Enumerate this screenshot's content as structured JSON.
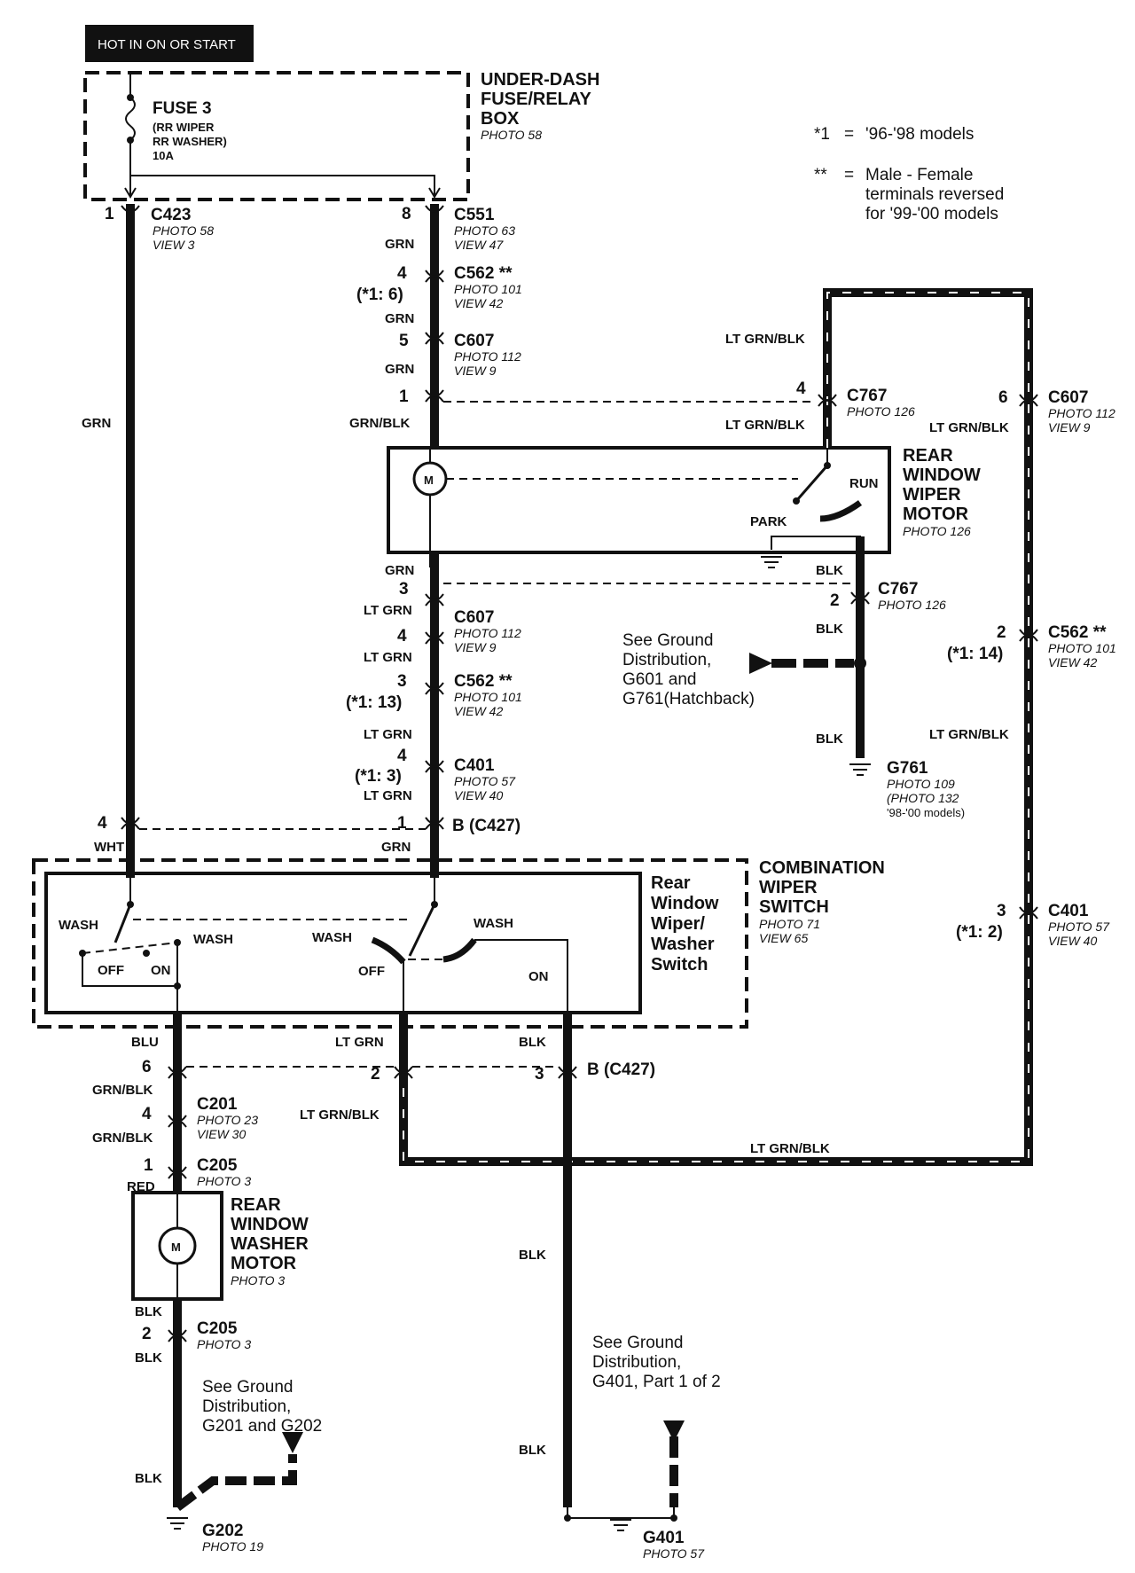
{
  "header": {
    "power": "HOT IN ON OR START"
  },
  "notes": {
    "n1_sym": "*1",
    "n1_eq": "=",
    "n1_text": "'96-'98 models",
    "n2_sym": "**",
    "n2_eq": "=",
    "n2_l1": "Male - Female",
    "n2_l2": "terminals reversed",
    "n2_l3": "for '99-'00 models"
  },
  "fusebox": {
    "title1": "UNDER-DASH",
    "title2": "FUSE/RELAY",
    "title3": "BOX",
    "photo": "PHOTO 58"
  },
  "fuse": {
    "name": "FUSE 3",
    "l1": "(RR WIPER",
    "l2": "RR WASHER)",
    "amps": "10A"
  },
  "wiper_motor": {
    "t1": "REAR",
    "t2": "WINDOW",
    "t3": "WIPER",
    "t4": "MOTOR",
    "photo": "PHOTO 126",
    "run": "RUN",
    "park": "PARK"
  },
  "washer_motor": {
    "t1": "REAR",
    "t2": "WINDOW",
    "t3": "WASHER",
    "t4": "MOTOR",
    "photo": "PHOTO 3"
  },
  "switch": {
    "c1": "COMBINATION",
    "c2": "WIPER",
    "c3": "SWITCH",
    "photo": "PHOTO 71",
    "view": "VIEW 65",
    "s1": "Rear",
    "s2": "Window",
    "s3": "Wiper/",
    "s4": "Washer",
    "s5": "Switch",
    "wash_left": "WASH",
    "wash_mid": "WASH",
    "wash_c": "WASH",
    "wash_r": "WASH",
    "off1": "OFF",
    "on1": "ON",
    "off2": "OFF",
    "on2": "ON"
  },
  "connectors": {
    "c423": {
      "name": "C423",
      "photo": "PHOTO 58",
      "view": "VIEW 3",
      "pin": "1"
    },
    "c551": {
      "name": "C551",
      "photo": "PHOTO 63",
      "view": "VIEW 47",
      "pin": "8"
    },
    "c562a": {
      "name": "C562 **",
      "photo": "PHOTO 101",
      "view": "VIEW 42",
      "pin": "4",
      "alt": "(*1: 6)"
    },
    "c607a": {
      "name": "C607",
      "photo": "PHOTO 112",
      "view": "VIEW 9",
      "pin": "5",
      "pin2": "1"
    },
    "c767a": {
      "name": "C767",
      "photo": "PHOTO 126",
      "pin": "4"
    },
    "c607r": {
      "name": "C607",
      "photo": "PHOTO 112",
      "view": "VIEW 9",
      "pin": "6"
    },
    "c767b": {
      "name": "C767",
      "photo": "PHOTO 126",
      "pin": "2",
      "pin3": "3"
    },
    "c607b": {
      "name": "C607",
      "photo": "PHOTO 112",
      "view": "VIEW 9",
      "pin": "4"
    },
    "c562b": {
      "name": "C562 **",
      "photo": "PHOTO 101",
      "view": "VIEW 42",
      "pin": "3",
      "alt": "(*1: 13)"
    },
    "c562r": {
      "name": "C562 **",
      "photo": "PHOTO 101",
      "view": "VIEW 42",
      "pin": "2",
      "alt": "(*1: 14)"
    },
    "c401a": {
      "name": "C401",
      "photo": "PHOTO 57",
      "view": "VIEW 40",
      "pin": "4",
      "alt": "(*1: 3)"
    },
    "c427a": {
      "name": "B (C427)",
      "pin": "1",
      "pin_l": "4"
    },
    "c401r": {
      "name": "C401",
      "photo": "PHOTO 57",
      "view": "VIEW 40",
      "pin": "3",
      "alt": "(*1: 2)"
    },
    "c427b": {
      "name": "B (C427)",
      "pin1": "6",
      "pin2": "2",
      "pin3": "3"
    },
    "c201": {
      "name": "C201",
      "photo": "PHOTO 23",
      "view": "VIEW 30",
      "pin": "4"
    },
    "c205a": {
      "name": "C205",
      "photo": "PHOTO 3",
      "pin": "1"
    },
    "c205b": {
      "name": "C205",
      "photo": "PHOTO 3",
      "pin": "2"
    }
  },
  "grounds": {
    "g761": {
      "name": "G761",
      "photo": "PHOTO 109",
      "alt": "(PHOTO 132",
      "alt2": "'98-'00 models)"
    },
    "g202": {
      "name": "G202",
      "photo": "PHOTO 19"
    },
    "g401": {
      "name": "G401",
      "photo": "PHOTO 57"
    },
    "see1": {
      "l1": "See Ground",
      "l2": "Distribution,",
      "l3": "G601 and",
      "l4": "G761(Hatchback)"
    },
    "see2": {
      "l1": "See Ground",
      "l2": "Distribution,",
      "l3": "G201 and G202"
    },
    "see3": {
      "l1": "See Ground",
      "l2": "Distribution,",
      "l3": "G401, Part 1 of 2"
    }
  },
  "wires": {
    "grn": "GRN",
    "grn_blk": "GRN/BLK",
    "lt_grn": "LT GRN",
    "lt_grn_blk": "LT GRN/BLK",
    "blk": "BLK",
    "wht": "WHT",
    "blu": "BLU",
    "red": "RED"
  }
}
